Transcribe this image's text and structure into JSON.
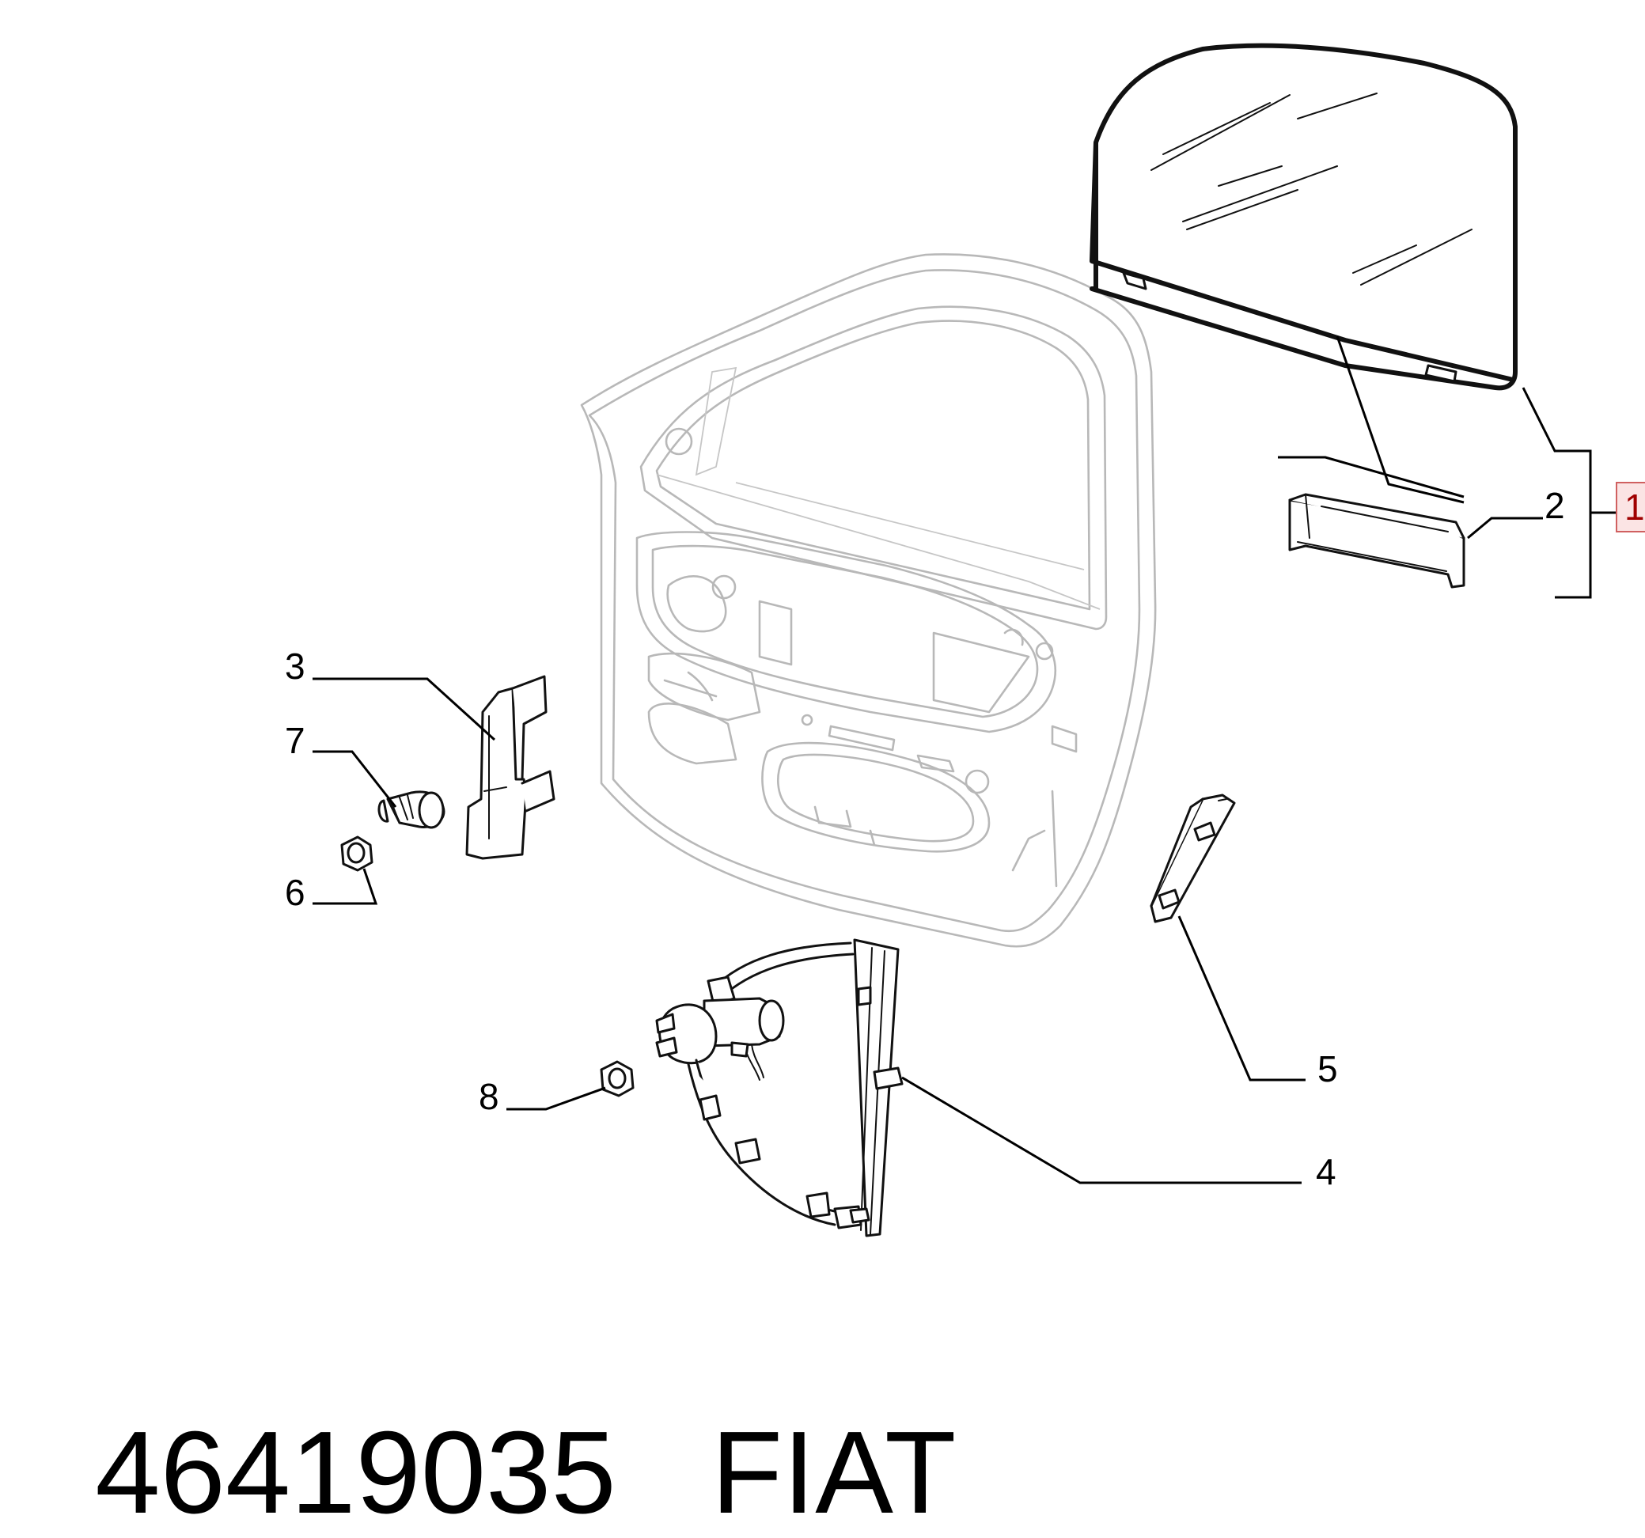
{
  "part_number": "46419035",
  "brand": "FIAT",
  "callouts": {
    "c1": "1",
    "c2": "2",
    "c3": "3",
    "c4": "4",
    "c5": "5",
    "c6": "6",
    "c7": "7",
    "c8": "8"
  },
  "colors": {
    "reference_box": "#d06060",
    "reference_box_fill": "#fbe4e4",
    "ghost_outline": "#b8b8b8"
  }
}
